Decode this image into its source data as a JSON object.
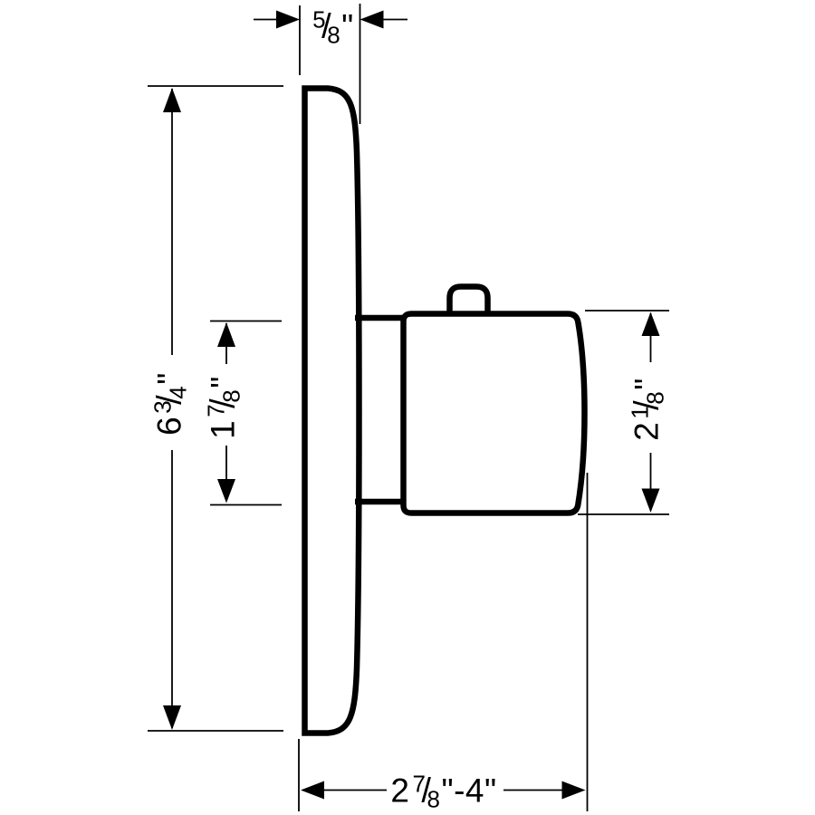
{
  "meta": {
    "drawing_type": "technical dimension drawing, side profile",
    "paper_color": "#ffffff",
    "ink_color": "#000000",
    "units": "inches"
  },
  "glyphs": {
    "fraction_slash": "/"
  },
  "dimensions": {
    "plate_depth": {
      "text": "5/8\"",
      "whole": "",
      "numerator": "5",
      "denominator": "8",
      "unit": "\"",
      "suffix": ""
    },
    "plate_height": {
      "text": "6 3/4\"",
      "whole": "6",
      "numerator": "3",
      "denominator": "4",
      "unit": "\"",
      "suffix": ""
    },
    "sleeve_height": {
      "text": "1 7/8\"",
      "whole": "1",
      "numerator": "7",
      "denominator": "8",
      "unit": "\"",
      "suffix": ""
    },
    "handle_height": {
      "text": "2 1/8\"",
      "whole": "2",
      "numerator": "1",
      "denominator": "8",
      "unit": "\"",
      "suffix": ""
    },
    "projection_range": {
      "text": "2 7/8\"-4\"",
      "whole": "2",
      "numerator": "7",
      "denominator": "8",
      "unit": "\"",
      "suffix": "-4\""
    }
  }
}
